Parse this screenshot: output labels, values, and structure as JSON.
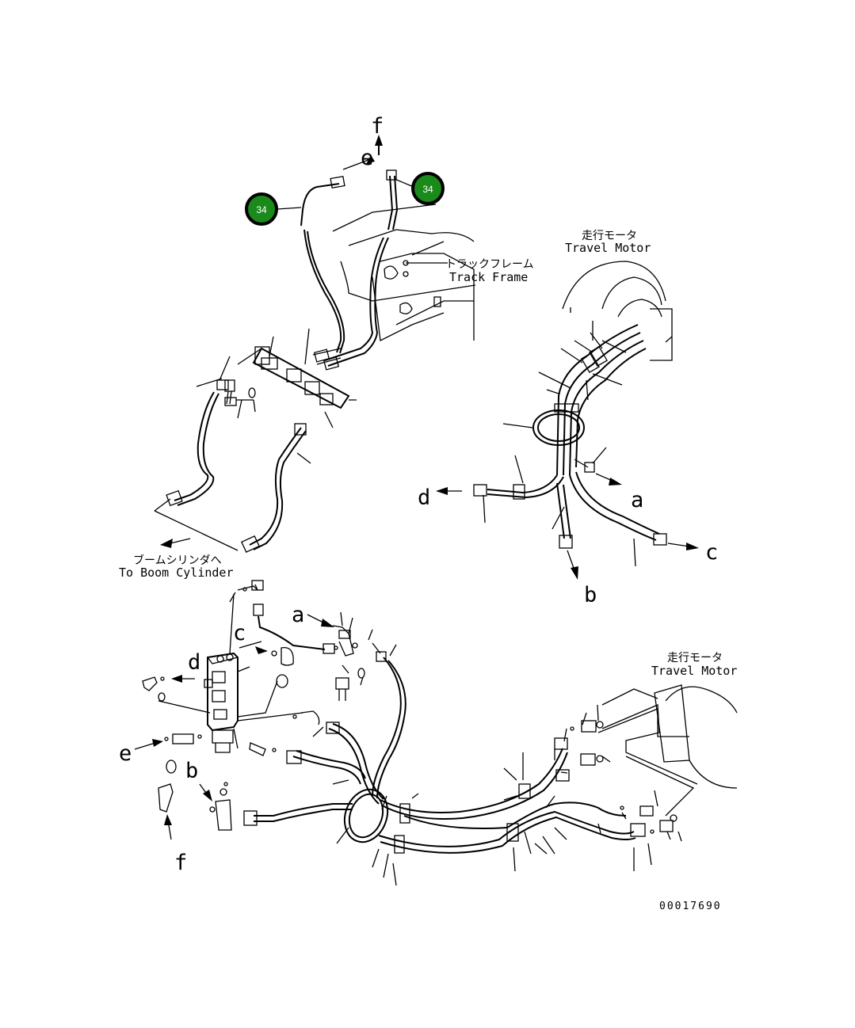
{
  "callouts": [
    {
      "number": "34"
    },
    {
      "number": "34"
    }
  ],
  "labels": {
    "travel_motor_jp": "走行モータ",
    "travel_motor_en": "Travel Motor",
    "track_frame_jp": "トラックフレーム",
    "track_frame_en": "Track Frame",
    "boom_cylinder_jp": "ブームシリンダへ",
    "boom_cylinder_en": "To Boom Cylinder",
    "travel_motor2_jp": "走行モータ",
    "travel_motor2_en": "Travel Motor"
  },
  "port_letters": {
    "top_f": "f",
    "top_e": "e",
    "motor_d": "d",
    "motor_a": "a",
    "motor_c": "c",
    "motor_b": "b",
    "joint_a": "a",
    "joint_c": "c",
    "joint_d": "d",
    "joint_e": "e",
    "joint_b": "b",
    "joint_f": "f"
  },
  "drawing_number": "00017690",
  "colors": {
    "callout_fill": "#1a8a1a",
    "line": "#000000"
  }
}
